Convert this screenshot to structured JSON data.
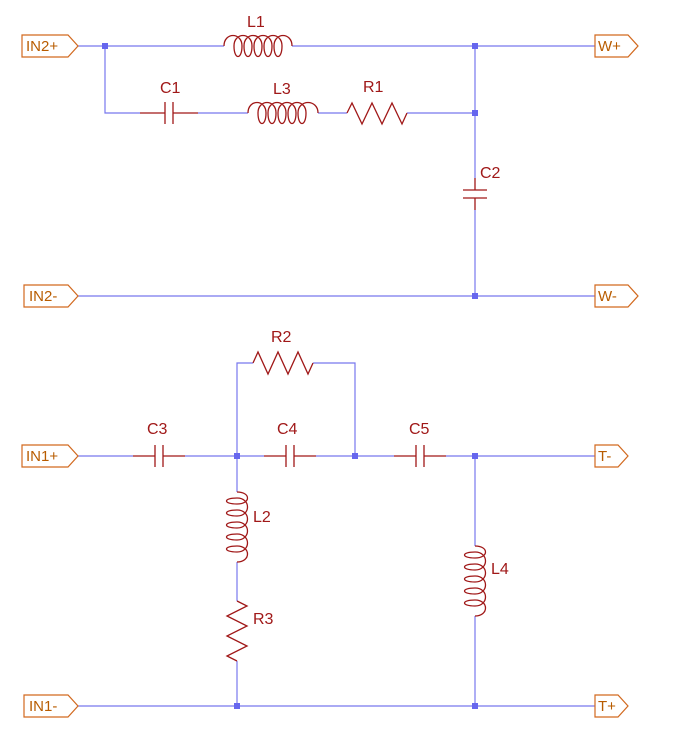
{
  "ports": {
    "in2_plus": "IN2+",
    "in2_minus": "IN2-",
    "w_plus": "W+",
    "w_minus": "W-",
    "in1_plus": "IN1+",
    "in1_minus": "IN1-",
    "t_minus": "T-",
    "t_plus": "T+"
  },
  "components": {
    "l1": "L1",
    "l2": "L2",
    "l3": "L3",
    "l4": "L4",
    "c1": "C1",
    "c2": "C2",
    "c3": "C3",
    "c4": "C4",
    "c5": "C5",
    "r1": "R1",
    "r2": "R2",
    "r3": "R3"
  },
  "colors": {
    "wire": "#7777ee",
    "component": "#a01818",
    "port_border": "#d2691e",
    "port_text": "#b85c00",
    "junction": "#6666ee"
  }
}
